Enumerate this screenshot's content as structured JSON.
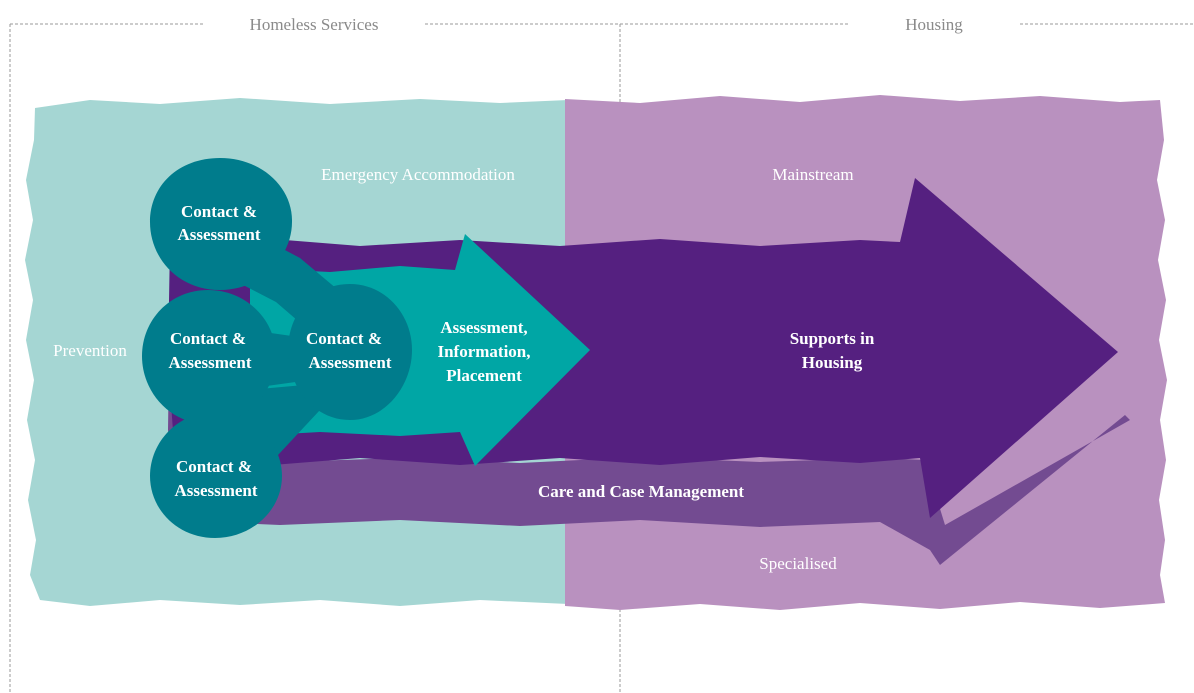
{
  "headers": {
    "left": "Homeless Services",
    "right": "Housing"
  },
  "regions": {
    "emergency": "Emergency Accommodation",
    "mainstream": "Mainstream",
    "prevention": "Prevention",
    "specialised": "Specialised"
  },
  "nodes": {
    "top": [
      "Contact &",
      "Assessment"
    ],
    "middle": [
      "Contact &",
      "Assessment"
    ],
    "center": [
      "Contact &",
      "Assessment"
    ],
    "bottom": [
      "Contact &",
      "Assessment"
    ]
  },
  "arrows": {
    "teal": [
      "Assessment,",
      "Information,",
      "Placement"
    ],
    "purple": [
      "Supports in",
      "Housing"
    ],
    "band": "Care and Case Management"
  },
  "colors": {
    "teal_light": "#a5d6d3",
    "purple_light": "#b991bf",
    "teal_arrow": "#00a6a5",
    "teal_dark": "#007c8c",
    "purple_dark": "#552080",
    "purple_mid": "#734b91"
  }
}
